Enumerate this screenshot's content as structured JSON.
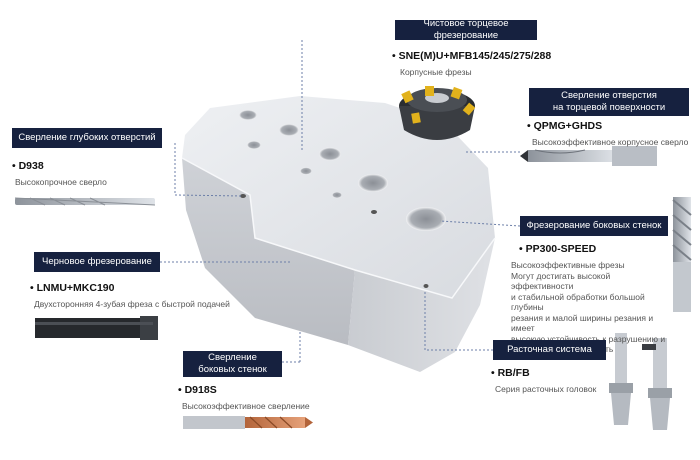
{
  "callouts": {
    "face_milling": {
      "title": "Чистовое торцевое фрезерование",
      "code": "• SNE(M)U+MFB145/245/275/288",
      "desc": "Корпусные фрезы"
    },
    "face_drilling": {
      "title_line1": "Сверление отверстия",
      "title_line2": "на торцевой поверхности",
      "code": "• QPMG+GHDS",
      "desc": "Высокоэффективное корпусное сверло"
    },
    "deep_drilling": {
      "title": "Сверление глубоких отверстий",
      "code": "• D938",
      "desc": "Высокопрочное сверло"
    },
    "side_wall_milling": {
      "title": "Фрезерование боковых стенок",
      "code": "• PP300-SPEED",
      "desc_lines": [
        "Высокоэффективные фрезы",
        "Могут достигать высокой эффективности",
        "и стабильной обработки большой глубины",
        "резания и малой ширины резания и имеет",
        "высокую устойчивость к разрушению и",
        "высокую износостойкость"
      ]
    },
    "rough_milling": {
      "title": "Черновое фрезерование",
      "code": "• LNMU+MKC190",
      "desc": "Двухсторонняя 4-зубая фреза с быстрой подачей"
    },
    "boring": {
      "title": "Расточная система",
      "code": "• RB/FB",
      "desc": "Серия расточных головок"
    },
    "side_drilling": {
      "title_line1": "Сверление",
      "title_line2": "боковых стенок",
      "code": "• D918S",
      "desc": "Высокоэффективное сверление"
    }
  },
  "colors": {
    "label_bg": "#16213f",
    "guide_line": "#6c7fa8",
    "block_top": "#e4e6ea",
    "block_front": "#c4c7cd",
    "block_side": "#d2d5da"
  }
}
